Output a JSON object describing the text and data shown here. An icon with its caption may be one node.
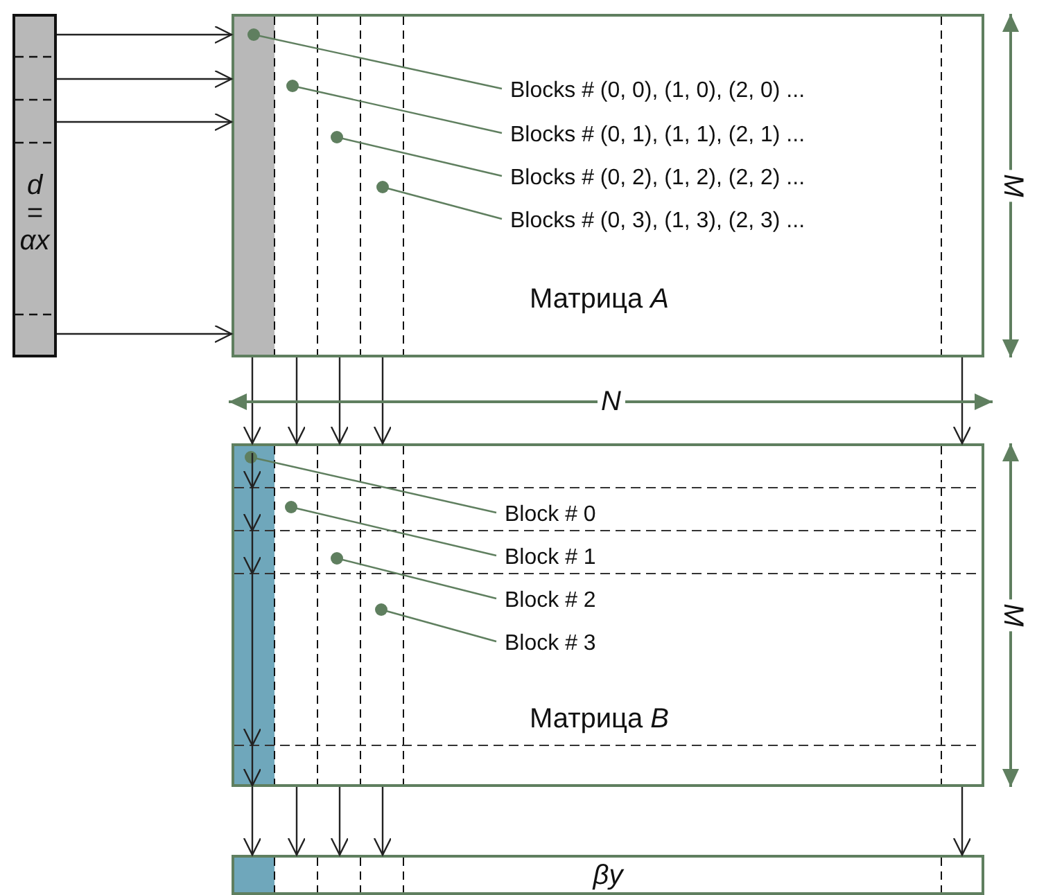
{
  "diagram": {
    "nodes": [
      {
        "text": [
          "d = αx"
        ]
      },
      {
        "text": [
          "Матрица *A*"
        ]
      },
      {
        "text": [
          "Матрица *B*"
        ]
      },
      {
        "text": [
          "βy"
        ]
      },
      {
        "text": [
          "Blocks # (0, 0), (1, 0), (2, 0) ..."
        ],
        "in": 1
      },
      {
        "text": [
          "Blocks # (0, 1), (1, 1), (2, 1) ..."
        ],
        "in": 1
      },
      {
        "text": [
          "Blocks # (0, 2), (1, 2), (2, 2) ..."
        ],
        "in": 1
      },
      {
        "text": [
          "Blocks # (0, 3), (1, 3), (2, 3) ..."
        ],
        "in": 1
      },
      {
        "text": [
          "Block # 0"
        ],
        "in": 2
      },
      {
        "text": [
          "Block # 1"
        ],
        "in": 2
      },
      {
        "text": [
          "Block # 2"
        ],
        "in": 2
      },
      {
        "text": [
          "Block # 3"
        ],
        "in": 2
      }
    ],
    "edges": [
      {
        "from": 0,
        "to": 1,
        "arrow": "to"
      },
      {
        "from": 0,
        "to": 1,
        "arrow": "to"
      },
      {
        "from": 0,
        "to": 1,
        "arrow": "to"
      },
      {
        "from": 0,
        "to": 1,
        "arrow": "to"
      },
      {
        "from": 1,
        "to": 2,
        "arrow": "to"
      },
      {
        "from": 1,
        "to": 2,
        "arrow": "to"
      },
      {
        "from": 1,
        "to": 2,
        "arrow": "to"
      },
      {
        "from": 1,
        "to": 2,
        "arrow": "to"
      },
      {
        "from": 1,
        "to": 2,
        "arrow": "to"
      },
      {
        "from": 2,
        "to": 3,
        "arrow": "to"
      },
      {
        "from": 2,
        "to": 3,
        "arrow": "to"
      },
      {
        "from": 2,
        "to": 3,
        "arrow": "to"
      },
      {
        "from": 2,
        "to": 3,
        "arrow": "to"
      },
      {
        "from": 2,
        "to": 3,
        "arrow": "to"
      },
      {
        "from": 4,
        "to": null,
        "arrow": "other",
        "color": "#5f7f5f"
      },
      {
        "from": 5,
        "to": null,
        "arrow": "other",
        "color": "#5f7f5f"
      },
      {
        "from": 6,
        "to": null,
        "arrow": "other",
        "color": "#5f7f5f"
      },
      {
        "from": 7,
        "to": null,
        "arrow": "other",
        "color": "#5f7f5f"
      },
      {
        "from": 8,
        "to": null,
        "arrow": "other",
        "color": "#5f7f5f"
      },
      {
        "from": 9,
        "to": null,
        "arrow": "other",
        "color": "#5f7f5f"
      },
      {
        "from": 10,
        "to": null,
        "arrow": "other",
        "color": "#5f7f5f"
      },
      {
        "from": 11,
        "to": null,
        "arrow": "other",
        "color": "#5f7f5f"
      }
    ],
    "labels": [
      "M",
      "N",
      "M"
    ]
  }
}
